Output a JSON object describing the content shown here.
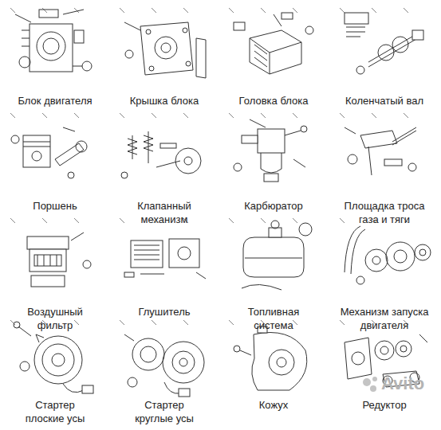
{
  "diagram": {
    "labels": [
      "Блок двигателя",
      "Крышка блока",
      "Головка блока",
      "Коленчатый вал",
      "Поршень",
      "Клапанный механизм",
      "Карбюратор",
      "Площадка троса газа и тяги",
      "Воздушный фильтр",
      "Глушитель",
      "Топливная система",
      "Механизм запуска двигателя",
      "Стартер плоские усы",
      "Стартер круглые усы",
      "Кожух",
      "Редуктор",
      "Avito"
    ]
  }
}
